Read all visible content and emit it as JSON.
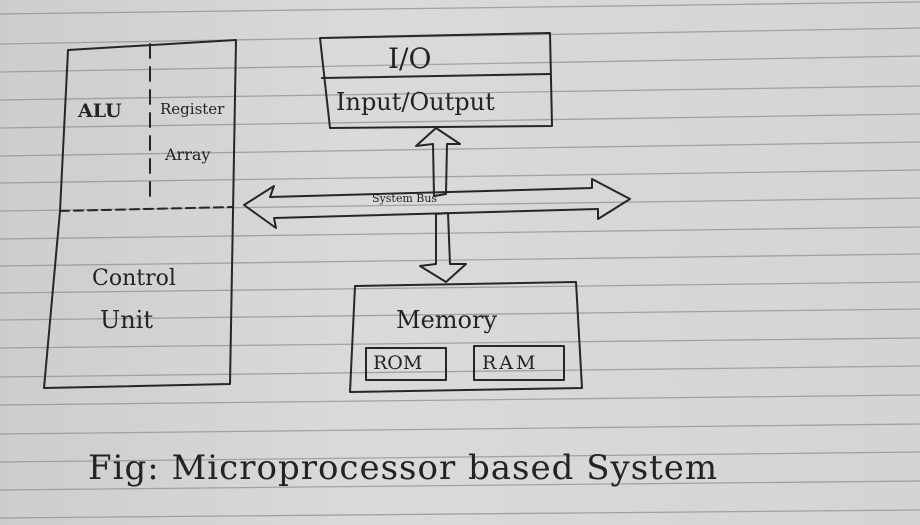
{
  "diagram": {
    "caption": "Fig: Microprocessor based System",
    "cpu": {
      "alu": "ALU",
      "register_line1": "Register",
      "register_line2": "Array",
      "control_line1": "Control",
      "control_line2": "Unit"
    },
    "io": {
      "title": "I/O",
      "subtitle": "Input/Output"
    },
    "bus": "System Bus",
    "memory": {
      "title": "Memory",
      "rom": "ROM",
      "ram": "RAM"
    },
    "colors": {
      "ink": "#232327",
      "ruling": "#8e8f96",
      "paper": "#d7d5d3"
    }
  }
}
